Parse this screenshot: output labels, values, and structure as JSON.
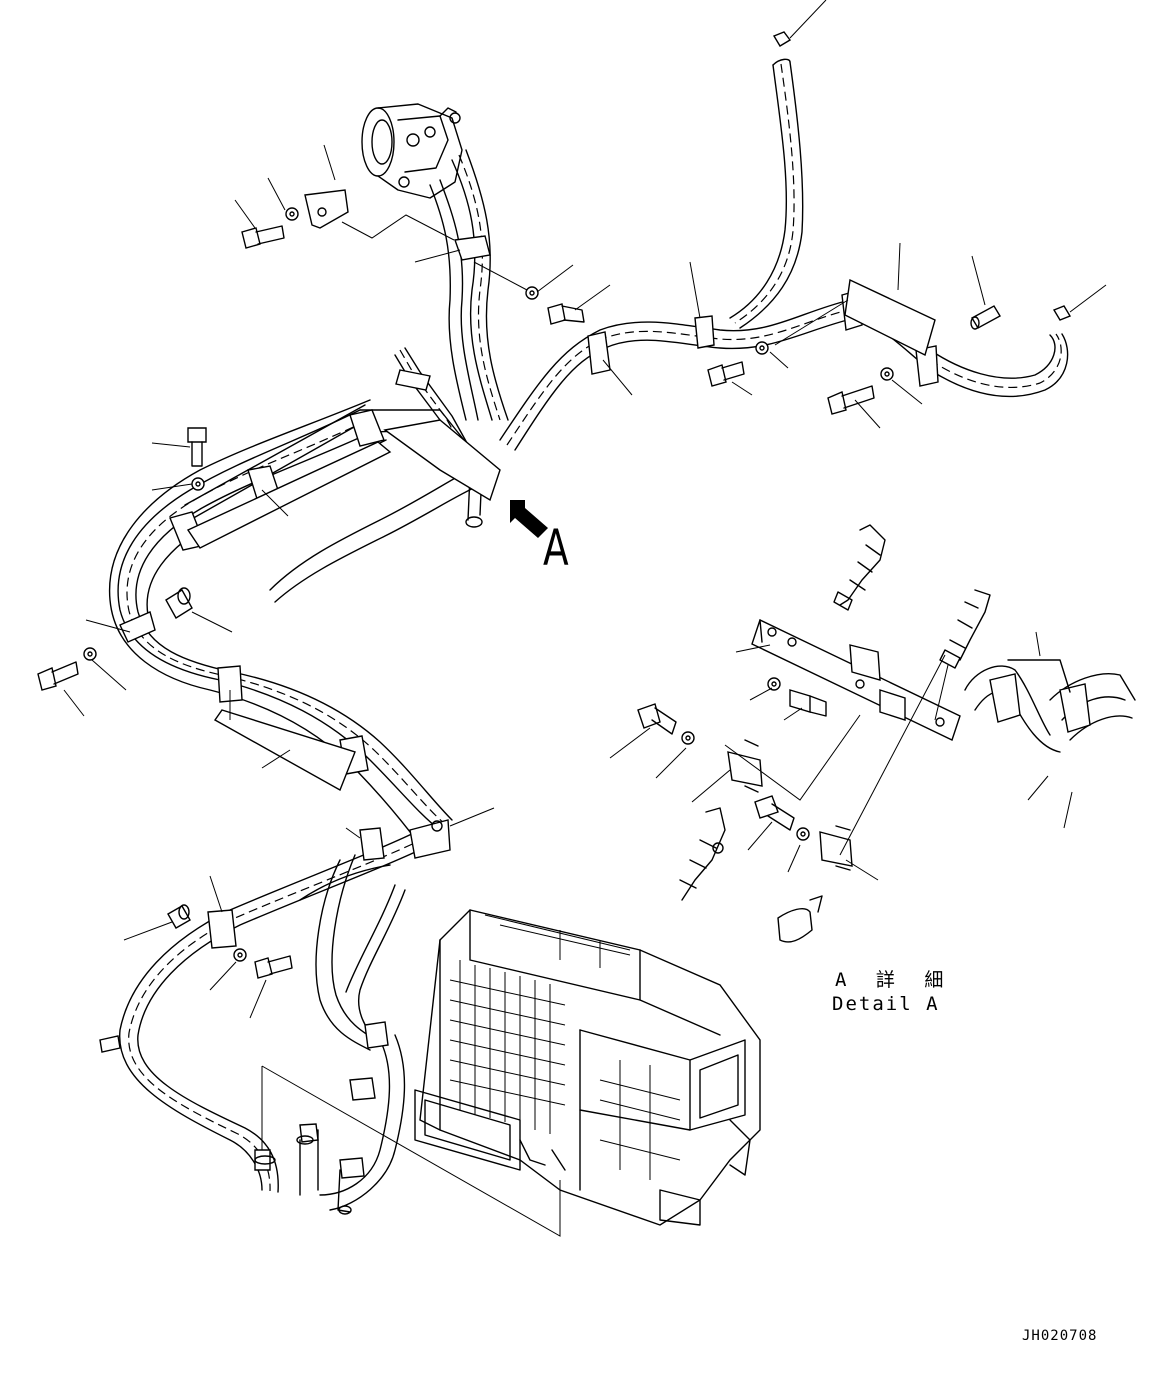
{
  "diagram": {
    "view_label": "A",
    "detail_label_jp": "A 詳 細",
    "detail_label_en": "Detail A",
    "drawing_code": "JH020708"
  }
}
